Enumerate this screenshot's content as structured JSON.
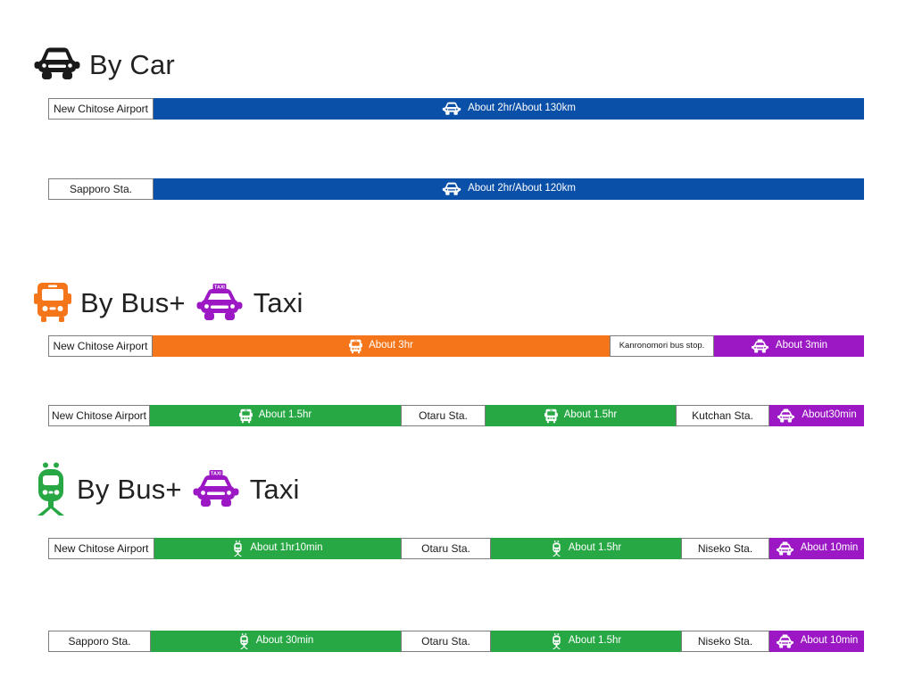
{
  "sections": [
    {
      "id": "by-car",
      "heading": {
        "text": "By Car",
        "icons": [
          "car-icon"
        ]
      },
      "rows": [
        {
          "segments": [
            {
              "kind": "node",
              "label": "New Chitose Airport"
            },
            {
              "kind": "leg",
              "label": "About 2hr/About 130km",
              "icon": "car-icon",
              "color": "#0a50a8"
            }
          ]
        },
        {
          "segments": [
            {
              "kind": "node",
              "label": "Sapporo Sta."
            },
            {
              "kind": "leg",
              "label": "About 2hr/About 120km",
              "icon": "car-icon",
              "color": "#0a50a8"
            }
          ]
        }
      ]
    },
    {
      "id": "by-bus-taxi",
      "heading": {
        "text_before": "By Bus+",
        "text_after": "Taxi",
        "icons": [
          "bus-icon",
          "taxi-icon"
        ]
      },
      "rows": [
        {
          "segments": [
            {
              "kind": "node",
              "label": "New Chitose Airport"
            },
            {
              "kind": "leg",
              "label": "About 3hr",
              "icon": "bus-icon",
              "color": "#f5761a"
            },
            {
              "kind": "node",
              "label": "Kanronomori bus stop."
            },
            {
              "kind": "leg",
              "label": "About 3min",
              "icon": "taxi-icon",
              "color": "#9b18c4"
            }
          ]
        },
        {
          "segments": [
            {
              "kind": "node",
              "label": "New Chitose Airport"
            },
            {
              "kind": "leg",
              "label": "About 1.5hr",
              "icon": "bus-icon",
              "color": "#27a844"
            },
            {
              "kind": "node",
              "label": "Otaru Sta."
            },
            {
              "kind": "leg",
              "label": "About 1.5hr",
              "icon": "bus-icon",
              "color": "#27a844"
            },
            {
              "kind": "node",
              "label": "Kutchan Sta."
            },
            {
              "kind": "leg",
              "label": "About30min",
              "icon": "taxi-icon",
              "color": "#9b18c4"
            }
          ]
        }
      ]
    },
    {
      "id": "by-train-taxi",
      "heading": {
        "text_before": "By Bus+",
        "text_after": "Taxi",
        "icons": [
          "train-icon",
          "taxi-icon"
        ]
      },
      "rows": [
        {
          "segments": [
            {
              "kind": "node",
              "label": "New Chitose Airport"
            },
            {
              "kind": "leg",
              "label": "About 1hr10min",
              "icon": "train-icon",
              "color": "#27a844"
            },
            {
              "kind": "node",
              "label": "Otaru Sta."
            },
            {
              "kind": "leg",
              "label": "About 1.5hr",
              "icon": "train-icon",
              "color": "#27a844"
            },
            {
              "kind": "node",
              "label": "Niseko Sta."
            },
            {
              "kind": "leg",
              "label": "About 10min",
              "icon": "taxi-icon",
              "color": "#9b18c4"
            }
          ]
        },
        {
          "segments": [
            {
              "kind": "node",
              "label": "Sapporo Sta."
            },
            {
              "kind": "leg",
              "label": "About 30min",
              "icon": "train-icon",
              "color": "#27a844"
            },
            {
              "kind": "node",
              "label": "Otaru Sta."
            },
            {
              "kind": "leg",
              "label": "About 1.5hr",
              "icon": "train-icon",
              "color": "#27a844"
            },
            {
              "kind": "node",
              "label": "Niseko Sta."
            },
            {
              "kind": "leg",
              "label": "About 10min",
              "icon": "taxi-icon",
              "color": "#9b18c4"
            }
          ]
        }
      ]
    }
  ],
  "colors": {
    "car_leg": "#0a50a8",
    "bus_leg": "#f5761a",
    "rail_leg": "#27a844",
    "taxi_leg": "#9b18c4",
    "node_border": "#7d7d7d",
    "heading_text": "#222222",
    "bus_heading_icon": "#f5761a",
    "train_heading_icon": "#27a844",
    "taxi_heading_icon": "#9b18c4",
    "car_heading_icon": "#1a1a1a"
  }
}
